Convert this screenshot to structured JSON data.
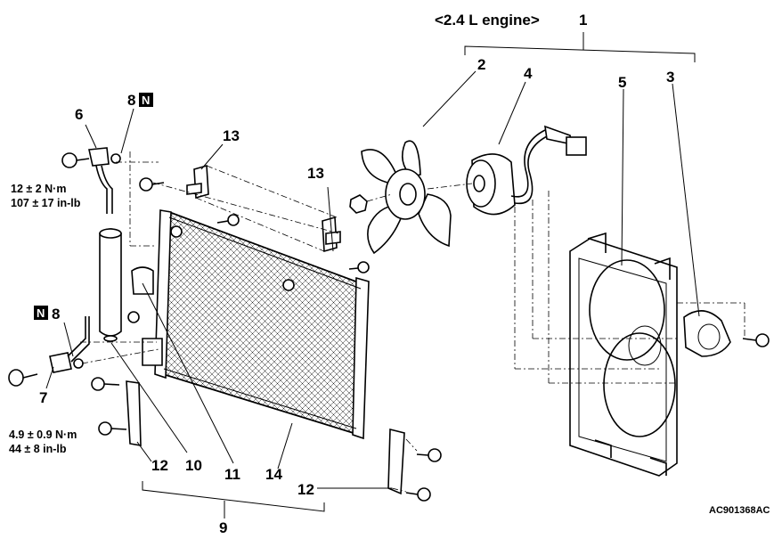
{
  "engine_variant": "<2.4 L engine>",
  "callouts": {
    "c1": "1",
    "c2": "2",
    "c3": "3",
    "c4": "4",
    "c5": "5",
    "c6": "6",
    "c7": "7",
    "c8a": "8",
    "c8b": "8",
    "c9": "9",
    "c10": "10",
    "c11": "11",
    "c12a": "12",
    "c12b": "12",
    "c13a": "13",
    "c13b": "13",
    "c14": "14"
  },
  "new_part_badge": "N",
  "torque_specs": {
    "upper_nm": "12 ± 2 N·m",
    "upper_inlb": "107 ± 17 in-lb",
    "lower_nm": "4.9 ± 0.9 N·m",
    "lower_inlb": "44 ± 8 in-lb"
  },
  "figure_ref": "AC901368AC"
}
